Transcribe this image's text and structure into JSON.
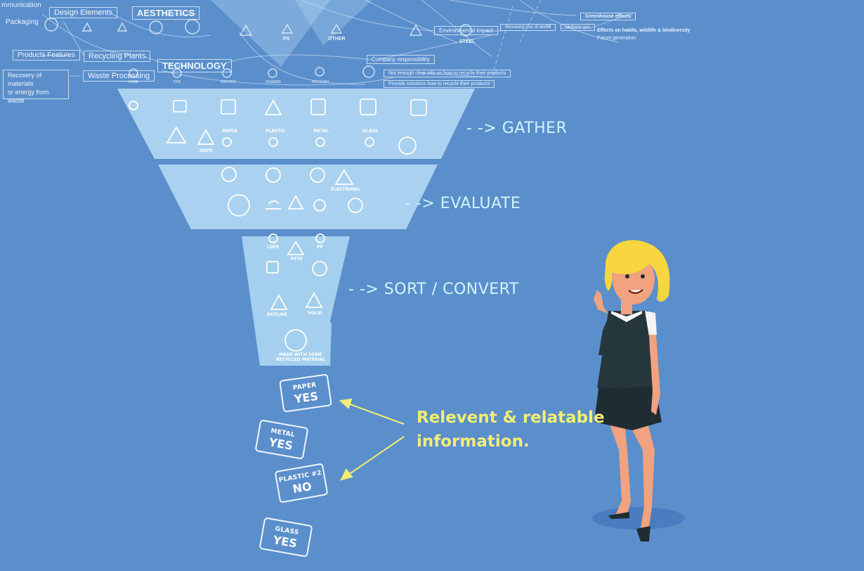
{
  "stages": {
    "gather": "- -> GATHER",
    "evaluate": "- -> EVALUATE",
    "sort": "- -> SORT / CONVERT"
  },
  "callout": {
    "line1": "Relevent & relatable",
    "line2": "information."
  },
  "bins": [
    {
      "material": "PAPER",
      "answer": "YES"
    },
    {
      "material": "METAL",
      "answer": "YES"
    },
    {
      "material": "PLASTIC #2",
      "answer": "NO"
    },
    {
      "material": "GLASS",
      "answer": "YES"
    }
  ],
  "background_map": {
    "communication": "mmunication",
    "packaging": "Packaging",
    "design_elements": "Design Elements",
    "aesthetics": "AESTHETICS",
    "products_features": "Products Features",
    "recycling_plants": "Recycling Plants",
    "technology": "TECHNOLOGY",
    "recovery_line1": "Recovery  of materials",
    "recovery_line2": "or energy from waste",
    "waste_processing": "Waste Processing",
    "company_responsibility": "Company responsibility",
    "not_enough_info": "Not enough clear info on how to recycle their products",
    "provide_solutions": "Provide solutions how to recycle their products",
    "environmental_impact": "Environmental impact",
    "landfill": "Increasing size of landfill",
    "methane": "Methane gas",
    "greenhouse": "Greenhouse effects",
    "habits": "Effects on habits, wildlife & biodiversity",
    "future": "Future generation",
    "ps": "PS",
    "other": "OTHER",
    "steel": "STEEL",
    "tips": "TIPS",
    "history": "HISTORY",
    "reward": "REWARD",
    "account": "ACCOUNT",
    "home": "HOME"
  },
  "funnel": {
    "hdpe": "HDPE",
    "paper": "PAPER",
    "plastic": "PLASTIC",
    "metal": "METAL",
    "glass": "GLASS",
    "electronic": "ELECTRONIC",
    "ldpe": "LDPE",
    "pp": "PP",
    "pete": "PETE",
    "outline": "OUTLINE",
    "solid": "SOLID",
    "made_with_some": "MADE WITH SOME",
    "recycled_material": "RECYCLED MATERIAL"
  },
  "colors": {
    "background": "#5b8fcc",
    "funnel_fill": "#b8def6",
    "stage_label": "#cff5ff",
    "callout": "#f2ee74",
    "dark_dress": "#1f2d33",
    "hair": "#f7d63f"
  }
}
